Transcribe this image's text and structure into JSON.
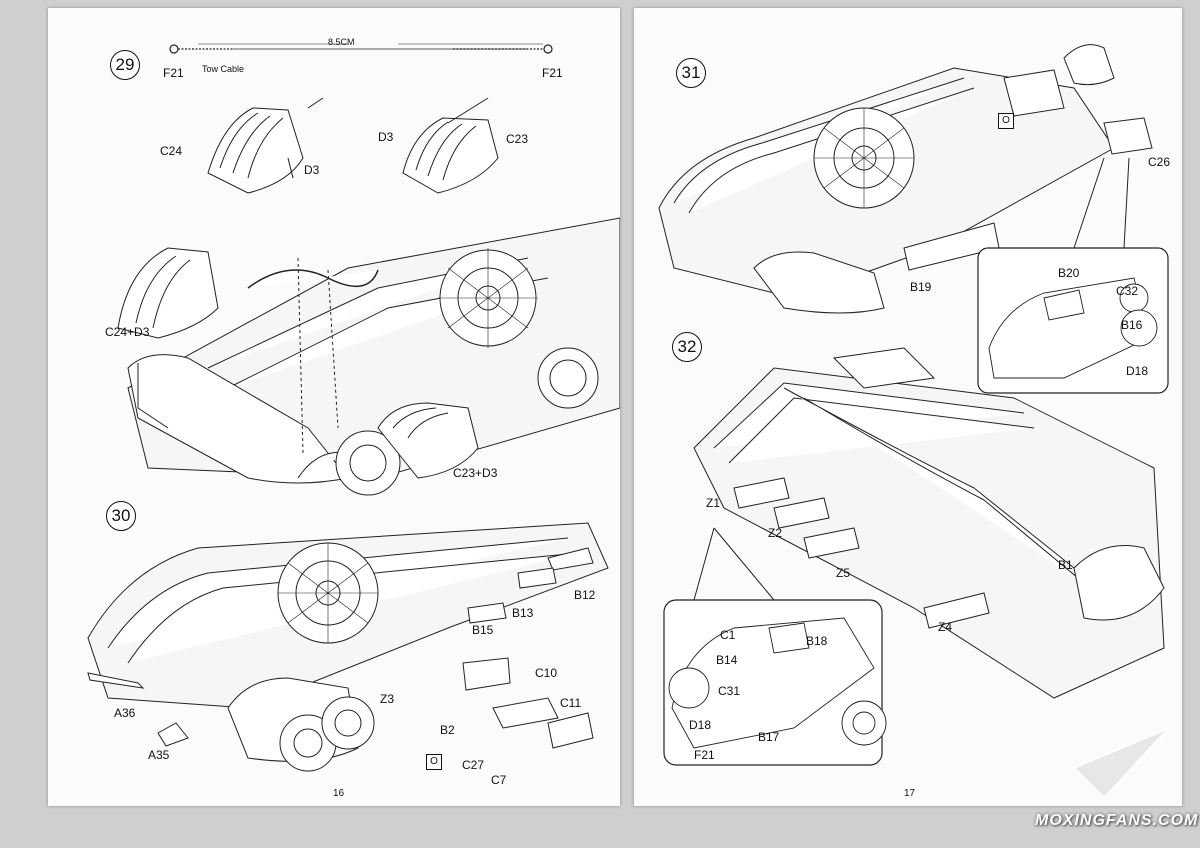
{
  "left_page": {
    "step29": {
      "number": "29",
      "tow_cable": "Tow Cable",
      "length": "8.5CM",
      "parts": [
        "F21",
        "F21",
        "C24",
        "D3",
        "D3",
        "C23",
        "C24+D3",
        "C23+D3"
      ]
    },
    "step30": {
      "number": "30",
      "parts": [
        "B12",
        "B13",
        "B15",
        "C10",
        "C11",
        "Z3",
        "A36",
        "A35",
        "B2",
        "C27",
        "C7"
      ],
      "symbol_box": "O"
    },
    "page_number": "16"
  },
  "right_page": {
    "step31": {
      "number": "31",
      "symbol_box": "O",
      "parts": [
        "C26",
        "B19",
        "B20",
        "C32",
        "B16",
        "D18"
      ]
    },
    "step32": {
      "number": "32",
      "parts": [
        "Z1",
        "Z2",
        "Z5",
        "B1",
        "Z4",
        "C1",
        "B18",
        "B14",
        "C31",
        "D18",
        "B17",
        "F21"
      ]
    },
    "page_number": "17"
  },
  "watermark": "MOXINGFANS.COM"
}
